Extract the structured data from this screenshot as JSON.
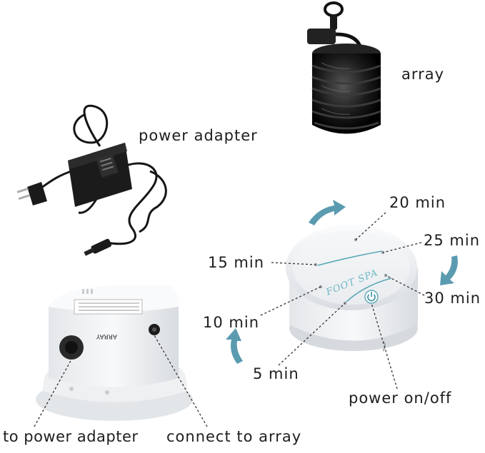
{
  "labels": {
    "array": "array",
    "power_adapter": "power adapter",
    "min_20": "20 min",
    "min_25": "25 min",
    "min_15": "15 min",
    "min_30": "30 min",
    "min_10": "10 min",
    "min_5": "5 min",
    "power_on_off": "power on/off",
    "to_power_adapter": "to power adapter",
    "connect_to_array": "connect to array"
  },
  "device": {
    "brand": "FOOT SPA",
    "back_port_label": "ARRAY"
  },
  "colors": {
    "arrow": "#5a9bb0",
    "device_body": "#eef0f2",
    "cable": "#151515"
  },
  "icons": {
    "power": "power-icon",
    "arrow": "curved-arrow-icon"
  }
}
